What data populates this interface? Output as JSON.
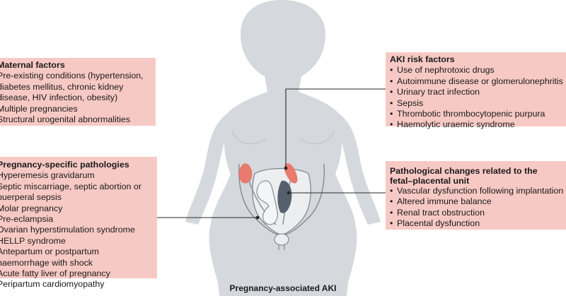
{
  "maternal": {
    "title": "Maternal factors",
    "items": [
      "Pre-existing conditions (hypertension,",
      "diabetes mellitus, chronic kidney",
      "disease, HIV infection, obesity)",
      "Multiple pregnancies",
      "Structural urogenital abnormalities"
    ]
  },
  "pregnancy": {
    "title": "Pregnancy-specific pathologies",
    "items": [
      "Hyperemesis gravidarum",
      "Septic miscarriage, septic abortion or",
      "puerperal sepsis",
      "Molar pregnancy",
      "Pre-eclampsia",
      "Ovarian hyperstimulation syndrome",
      "HELLP syndrome",
      "Antepartum or postpartum",
      "haemorrhage with shock",
      "Acute fatty liver of pregnancy",
      "Peripartum cardiomyopathy"
    ]
  },
  "aki_risk": {
    "title": "AKI risk factors",
    "items": [
      "Use of nephrotoxic drugs",
      "Autoimmune disease or glomerulonephritis",
      "Urinary tract infection",
      "Sepsis",
      "Thrombotic thrombocytopenic purpura",
      "Haemolytic uraemic syndrome"
    ]
  },
  "pathological": {
    "title_line1": "Pathological changes related to the",
    "title_line2": "fetal–placental unit",
    "items": [
      "Vascular dysfunction following implantation",
      "Altered immune balance",
      "Renal tract obstruction",
      "Placental dysfunction"
    ]
  },
  "caption": "Pregnancy-associated AKI",
  "colors": {
    "box_fill": "#f7c9c4",
    "silhouette": "#d5d8dc",
    "kidney": "#e87a6e",
    "placenta": "#55606c",
    "connector": "#2a2a2a"
  }
}
